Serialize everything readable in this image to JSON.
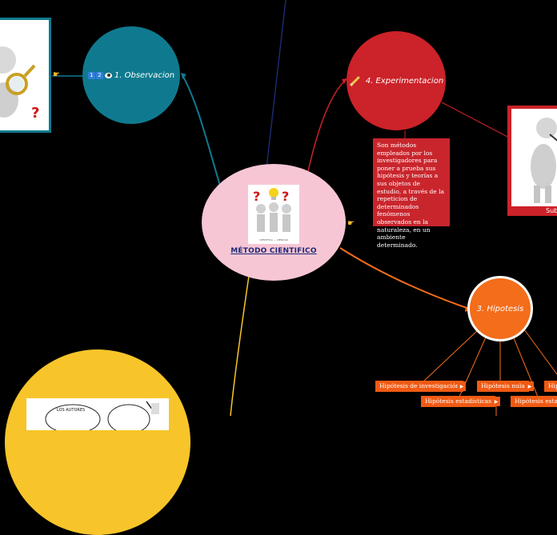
{
  "center": {
    "title": "MÉTODO CIENTIFICO",
    "image_caption": "CIENTIFICA  —  CIENCIAS"
  },
  "nodes": {
    "observacion": {
      "label": "1. Observacion",
      "icons": [
        "one-icon",
        "two-icon",
        "eye-icon"
      ],
      "color": "#0f7a8f"
    },
    "experimentacion": {
      "label": "4. Experimentacion",
      "icon": "pencil-icon",
      "color": "#cc2229",
      "description": "Son métodos empleados por los investigadores para poner a prueba sus hipótesis y teorías a sus objetos de estudio, a través de la repeticion de determinados fenómenos observados en la naturaleza, en un ambiente determinado.",
      "image_caption": "Sub"
    },
    "hipotesis": {
      "label": "3. Hipotesis",
      "color": "#f36d1b"
    },
    "autores": {
      "image_text": "LOS AUTORES",
      "color": "#f7c52a"
    }
  },
  "hipotesis_types": [
    {
      "label": "Hipótesis de investigación"
    },
    {
      "label": "Hipótesis nula"
    },
    {
      "label": "Hip"
    },
    {
      "label": "Hipótesis estadísticas"
    },
    {
      "label": "Hipótesis estad"
    }
  ],
  "colors": {
    "background": "#000000",
    "center": "#f7c6d4",
    "observacion": "#0f7a8f",
    "experimentacion": "#cc2229",
    "hipotesis": "#f36d1b",
    "autores": "#f7c52a",
    "description_box": "#c9252c",
    "tag": "#f05a14"
  }
}
